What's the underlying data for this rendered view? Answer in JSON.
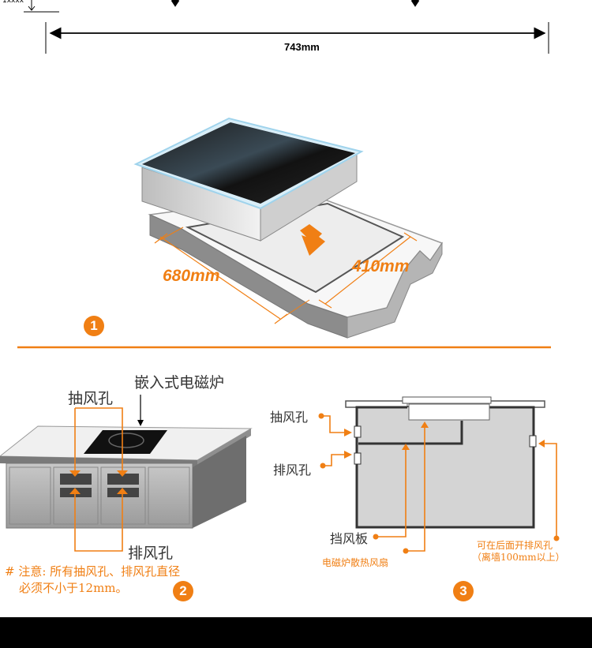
{
  "top": {
    "corner_label": "1xxxx",
    "width_dim": "743mm"
  },
  "panel1": {
    "len_label": "680mm",
    "depth_label": "410mm",
    "step": "1"
  },
  "panel2": {
    "label_builtin": "嵌入式电磁炉",
    "label_intake": "抽风孔",
    "label_exhaust": "排风孔",
    "note_line1": "# 注意:  所有抽风孔、排风孔直径",
    "note_line2": "必须不小于12mm。",
    "step": "2"
  },
  "panel3": {
    "label_intake": "抽风孔",
    "label_exhaust": "排风孔",
    "label_baffle": "挡风板",
    "label_fan": "电磁炉散热风扇",
    "label_rear1": "可在后面开排风孔",
    "label_rear2": "（离墙100mm以上）",
    "step": "3"
  },
  "colors": {
    "accent": "#f07f14",
    "line": "#000000",
    "panel_fill": "#d4d4d4"
  }
}
